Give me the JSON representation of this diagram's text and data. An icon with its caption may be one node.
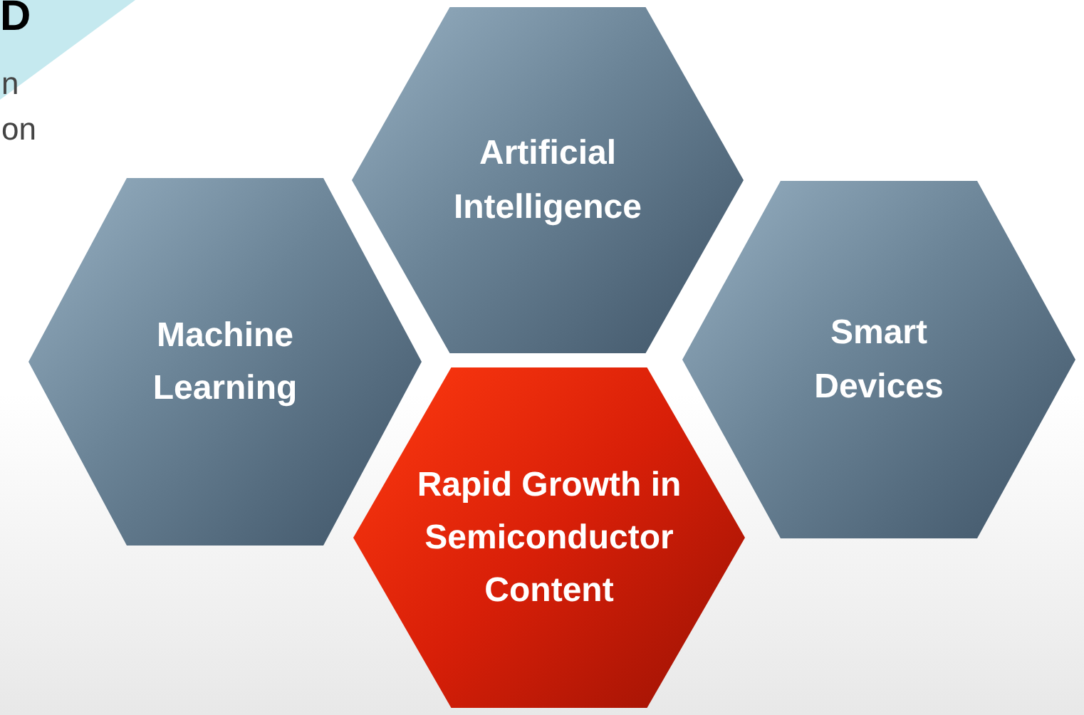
{
  "diagram": {
    "nodes": [
      {
        "text": [
          "Artificial Intelligence"
        ]
      },
      {
        "text": [
          "Machine Learning"
        ]
      },
      {
        "text": [
          "Smart Devices"
        ]
      },
      {
        "text": [
          "Rapid Growth in Semiconductor Content"
        ]
      }
    ],
    "labels": [
      "D",
      "n",
      "on"
    ]
  }
}
